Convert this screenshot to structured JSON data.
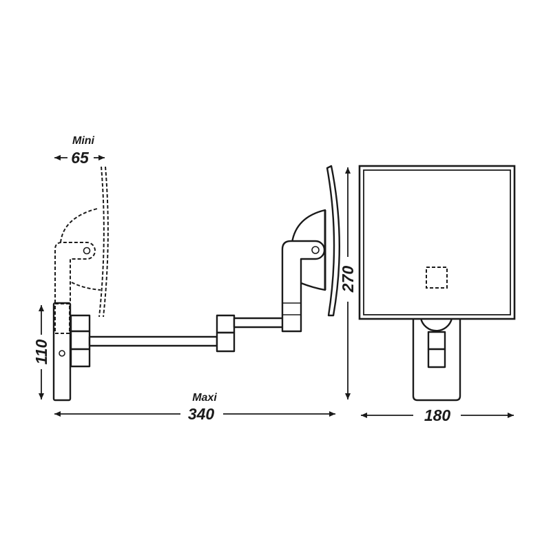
{
  "colors": {
    "line": "#1a1a1a",
    "background": "#ffffff"
  },
  "dimensions": {
    "mini": {
      "label": "Mini",
      "value": "65"
    },
    "wall_plate_height": {
      "value": "110"
    },
    "maxi": {
      "label": "Maxi",
      "value": "340"
    },
    "mirror_height": {
      "value": "270"
    },
    "mirror_width": {
      "value": "180"
    }
  }
}
